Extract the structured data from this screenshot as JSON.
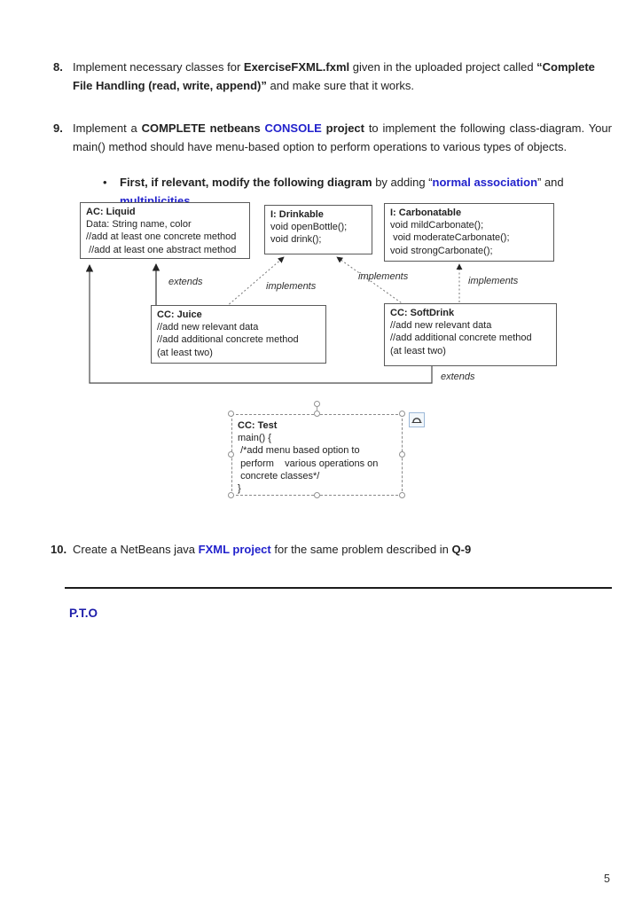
{
  "colors": {
    "accent_blue": "#2222cc",
    "pto_blue": "#1d1daa",
    "text": "#222222",
    "box_border": "#5a5a5a"
  },
  "icons": {
    "layout_options_icon": "semicircle-arc-over-line",
    "selection_handle": "small-circle",
    "rotation_handle": "small-circle"
  },
  "q8": {
    "num": "8.",
    "seg": [
      "Implement necessary classes for ",
      "ExerciseFXML.fxml",
      " given in the uploaded project called ",
      "“Complete File Handling (read, write, append)”",
      " and make sure that it works."
    ]
  },
  "q9": {
    "num": "9.",
    "seg": [
      "Implement a ",
      "COMPLETE netbeans ",
      "CONSOLE",
      " project",
      " to implement the following class-diagram. Your main() method should have menu-based option to perform operations to various types of objects."
    ]
  },
  "bullet": {
    "glyph": "•",
    "seg": [
      "First, if relevant, modify the following diagram",
      " by adding “",
      "normal association",
      "” and ",
      "multiplicities"
    ]
  },
  "q10": {
    "num": "10.",
    "seg": [
      "Create a NetBeans java ",
      "FXML project",
      " for the same problem described in ",
      "Q-9"
    ]
  },
  "diagram": {
    "boxes": {
      "liquid": {
        "title": "AC: Liquid",
        "lines": [
          "Data: String name, color",
          "//add at least one concrete method",
          " //add at least one abstract method"
        ]
      },
      "drinkable": {
        "title": "I: Drinkable",
        "lines": [
          "void openBottle();",
          "void drink();"
        ]
      },
      "carbonatable": {
        "title": "I: Carbonatable",
        "lines": [
          "void mildCarbonate();",
          " void moderateCarbonate();",
          "void strongCarbonate();"
        ]
      },
      "juice": {
        "title": "CC: Juice",
        "lines": [
          "//add new relevant data",
          "//add additional concrete method",
          "(at least two)"
        ]
      },
      "softdrink": {
        "title": "CC: SoftDrink",
        "lines": [
          "//add new relevant data",
          "//add additional concrete method",
          "(at least two)"
        ]
      },
      "test": {
        "title": "CC: Test",
        "lines": [
          "main() {",
          " /*add menu based option to",
          " perform    various operations on",
          " concrete classes*/",
          "}"
        ]
      }
    },
    "edge_labels": [
      {
        "text": "extends"
      },
      {
        "text": "implements"
      },
      {
        "text": "implements"
      },
      {
        "text": "implements"
      },
      {
        "text": "extends"
      }
    ]
  },
  "footer": {
    "pto": "P.T.O",
    "page_number": "5"
  }
}
